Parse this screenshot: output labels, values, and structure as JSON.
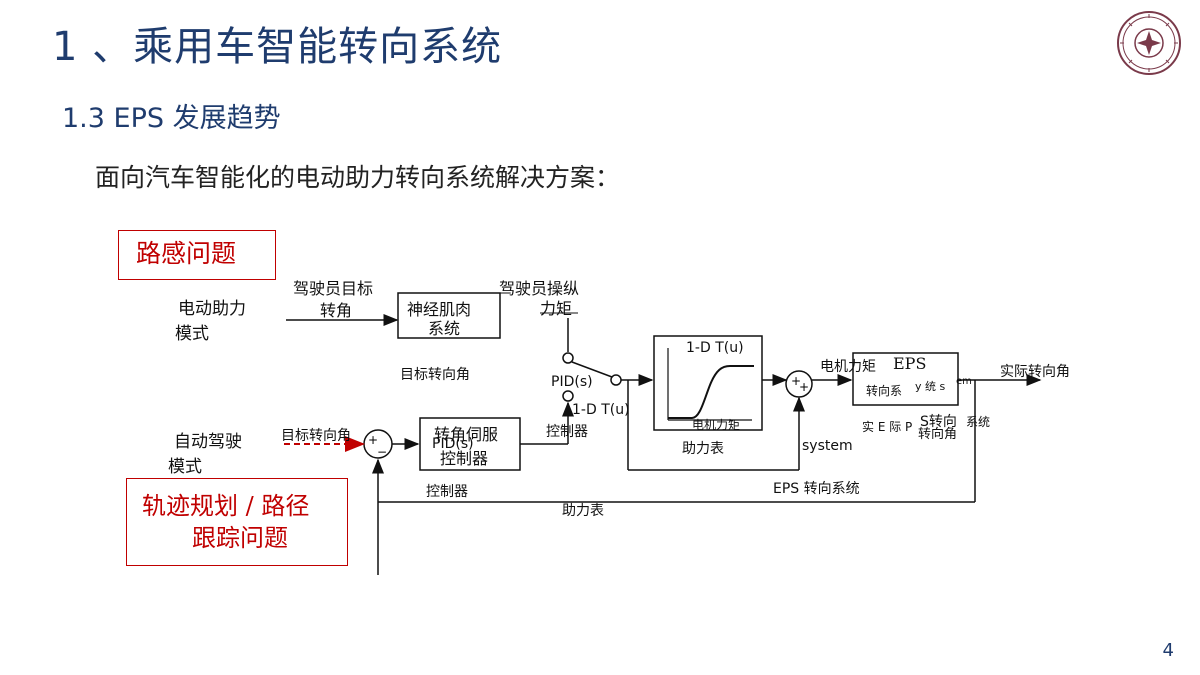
{
  "slide": {
    "title": "1 、乘用车智能转向系统",
    "subtitle": "1.3  EPS 发展趋势",
    "intro": "面向汽车智能化的电动助力转向系统解决方案：",
    "page_number": "4"
  },
  "diagram": {
    "road_feel": "路感问题",
    "trajectory_line1": "轨迹规划 / 路径",
    "trajectory_line2": "跟踪问题",
    "mode_power_line1": "电动助力",
    "mode_power_line2": "模式",
    "mode_auto_line1": "自动驾驶",
    "mode_auto_line2": "模式",
    "driver_target_line1": "驾驶员目标",
    "driver_target_line2": "转角",
    "neuro_line1": "神经肌肉",
    "neuro_line2": "系统",
    "driver_torque_line1": "驾驶员操纵",
    "driver_torque_line2": "力矩",
    "target_angle_1": "目标转向角",
    "target_angle_2": "目标转向角",
    "pid_1": "PID(s)",
    "pid_2": "PID(s)",
    "controller_1": "控制器",
    "controller_2": "控制器",
    "servo_line1": "转角伺服",
    "servo_line2": "控制器",
    "transfer_1": "1-D T(u)",
    "transfer_2": "1-D T(u)",
    "assist_table_1": "助力表",
    "assist_table_2": "助力表",
    "motor_torque_1": "电机力矩",
    "motor_torque_2": "电机力矩",
    "eps_line1": "EPS",
    "eps_line2": "转向系",
    "eps_sys_frag": "y 统 s",
    "eps_em": "em",
    "actual_angle": "实际转向角",
    "s_steer": "S转向",
    "system_cn": "系统",
    "actual_frag": "实 E 际 P",
    "steer_use": "转向角",
    "system_en": "system",
    "eps_steering_system": "EPS 转向系统"
  },
  "colors": {
    "title": "#1f3c6e",
    "red": "#c00000",
    "line": "#111111"
  }
}
